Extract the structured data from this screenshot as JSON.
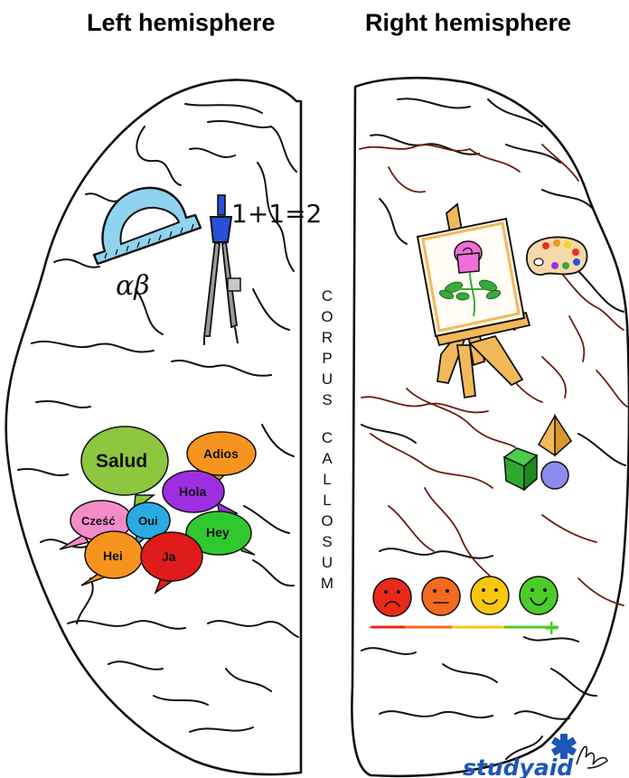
{
  "titles": {
    "left": "Left hemisphere",
    "right": "Right hemisphere"
  },
  "corpus_callosum": {
    "word1": [
      "C",
      "O",
      "R",
      "P",
      "U",
      "S"
    ],
    "word2": [
      "C",
      "A",
      "L",
      "L",
      "O",
      "S",
      "U",
      "M"
    ]
  },
  "left_math": {
    "equation": "1+1=2",
    "greek": "αβ"
  },
  "speech_bubbles": [
    {
      "text": "Salud",
      "color": "#8dc63f"
    },
    {
      "text": "Adios",
      "color": "#f7941d"
    },
    {
      "text": "Hola",
      "color": "#9e2fe0"
    },
    {
      "text": "Cześć",
      "color": "#f48cc8"
    },
    {
      "text": "Oui",
      "color": "#29abe2"
    },
    {
      "text": "Hey",
      "color": "#2fc92f"
    },
    {
      "text": "Hei",
      "color": "#f7941d"
    },
    {
      "text": "Ja",
      "color": "#e01b1b"
    }
  ],
  "emotion_scale": {
    "faces": [
      {
        "mood": "sad",
        "color": "#e8291c"
      },
      {
        "mood": "neutral",
        "color": "#f46a1e"
      },
      {
        "mood": "happy",
        "color": "#f9c80e"
      },
      {
        "mood": "very-happy",
        "color": "#4ccc2a"
      }
    ],
    "minus": "−",
    "plus": "+"
  },
  "logo": {
    "text": "studyaid",
    "color": "#1c56b8"
  },
  "colors": {
    "outline": "#111111",
    "vein": "#6b1e12",
    "protractor": "#8fd3f0",
    "compass_body": "#2a4fd8"
  }
}
